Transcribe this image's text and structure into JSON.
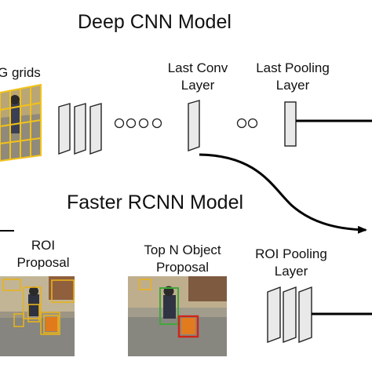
{
  "cnn": {
    "title": "Deep CNN Model",
    "grids_label": "G grids",
    "last_conv": [
      "Last Conv",
      "Layer"
    ],
    "last_pool": [
      "Last Pooling",
      "Layer"
    ]
  },
  "rcnn": {
    "title": "Faster RCNN Model",
    "roi_proposal": [
      "ROI",
      "Proposal"
    ],
    "top_n": [
      "Top N Object",
      "Proposal"
    ],
    "roi_pooling": [
      "ROI Pooling",
      "Layer"
    ]
  },
  "colors": {
    "grid_line": "#f2c21a",
    "roi_box": "#e8b21c",
    "top_box_green": "#3fa83a",
    "top_box_red": "#d02418",
    "layer_fill": "#e9e9e9"
  }
}
